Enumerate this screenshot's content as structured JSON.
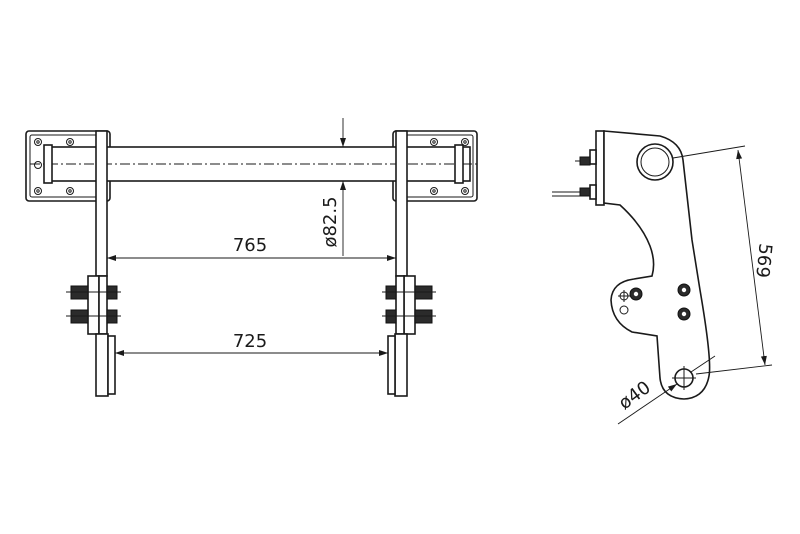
{
  "dimensions": {
    "width_upper": "765",
    "width_lower": "725",
    "tube_diameter": "ø82.5",
    "arm_height": "569",
    "hole_diameter": "ø40"
  }
}
